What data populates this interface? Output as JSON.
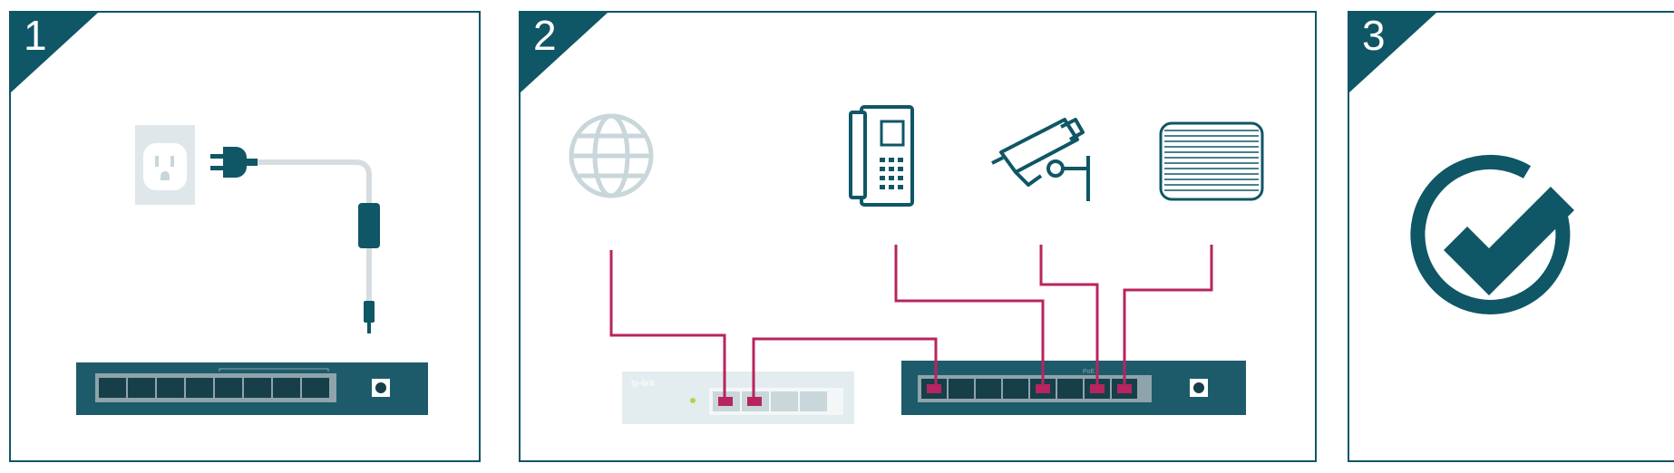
{
  "steps": [
    {
      "number": "1"
    },
    {
      "number": "2"
    },
    {
      "number": "3"
    }
  ],
  "switch": {
    "poe_label": "PoE",
    "brand": "tp-link"
  },
  "colors": {
    "teal": "#0f5666",
    "switch_body": "#1d5b6a",
    "cable_magenta": "#b8245f",
    "icon_gray": "#c9d6da",
    "outlet_bg": "#dfe7ea"
  },
  "icons": [
    "power-outlet-icon",
    "power-plug-icon",
    "globe-icon",
    "ip-phone-icon",
    "security-camera-icon",
    "access-point-icon",
    "checkmark-circle-icon"
  ]
}
